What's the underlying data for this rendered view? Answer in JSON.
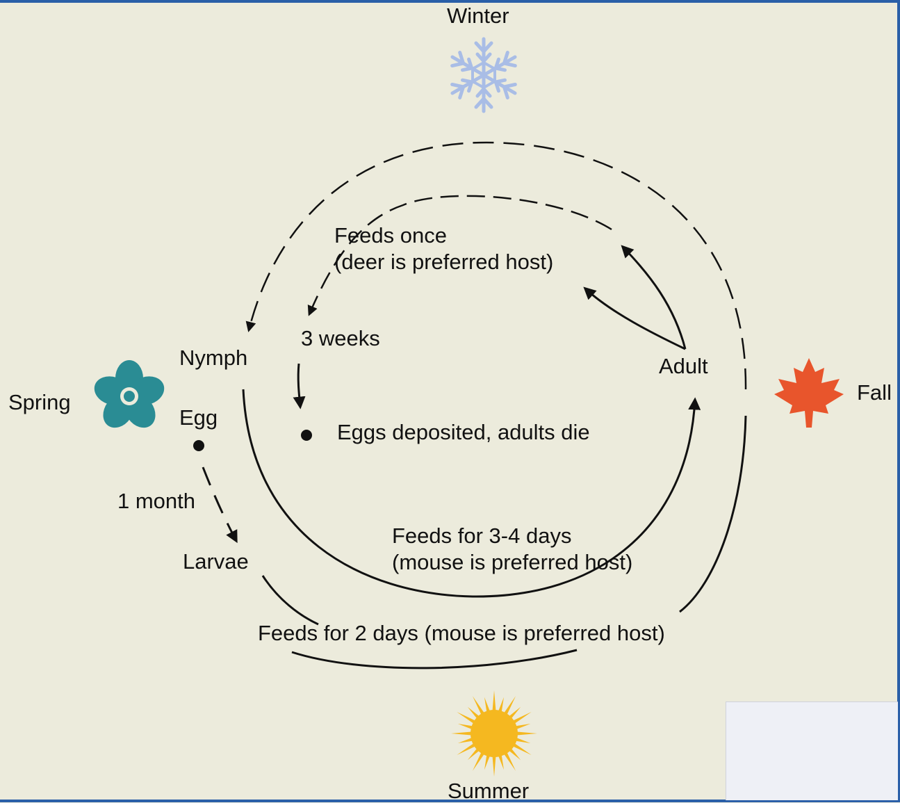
{
  "seasons": {
    "winter": "Winter",
    "spring": "Spring",
    "summer": "Summer",
    "fall": "Fall"
  },
  "stages": {
    "nymph": "Nymph",
    "egg": "Egg",
    "larvae": "Larvae",
    "adult": "Adult"
  },
  "annotations": {
    "adult_feed_line1": "Feeds once",
    "adult_feed_line2": "(deer is preferred host)",
    "three_weeks": "3 weeks",
    "eggs_deposited": "Eggs deposited, adults die",
    "one_month": "1 month",
    "nymph_feed_line1": "Feeds for 3-4 days",
    "nymph_feed_line2": "(mouse is preferred host)",
    "larvae_feed": "Feeds for 2 days (mouse is preferred host)"
  },
  "icons": {
    "winter": "snowflake-icon",
    "spring": "flower-icon",
    "summer": "sun-icon",
    "fall": "maple-leaf-icon"
  },
  "colors": {
    "background": "#ecebdc",
    "snowflake": "#a9bde6",
    "flower": "#2a8c94",
    "sun": "#f5b820",
    "leaf": "#e8552c",
    "lines": "#111111"
  }
}
